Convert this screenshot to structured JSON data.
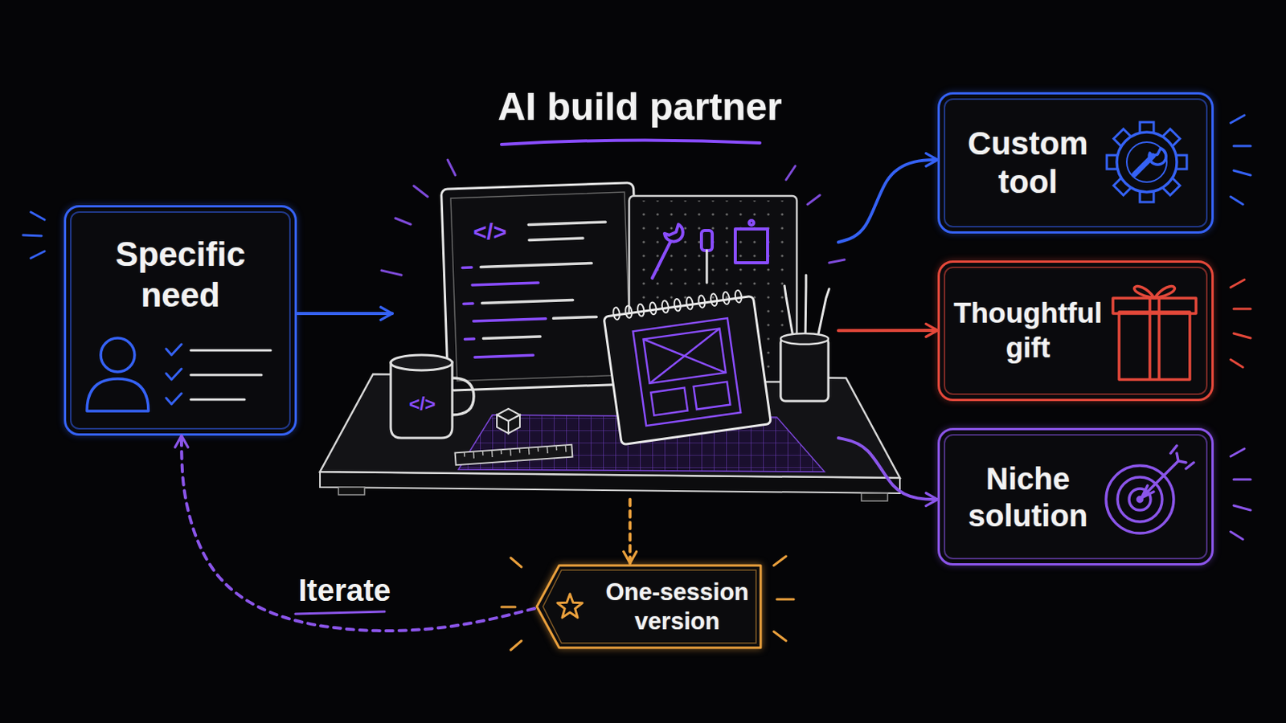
{
  "diagram": {
    "nodes": [
      {
        "text": [
          "Specific need"
        ]
      },
      {
        "text": [
          "AI build partner"
        ]
      },
      {
        "text": [
          "Custom tool"
        ]
      },
      {
        "text": [
          "Thoughtful gift"
        ]
      },
      {
        "text": [
          "Niche solution"
        ]
      },
      {
        "text": [
          "One-session version"
        ]
      }
    ],
    "edges": [
      {
        "from": 0,
        "to": 1,
        "arrow": "to"
      },
      {
        "from": 1,
        "to": 2,
        "arrow": "to"
      },
      {
        "from": 1,
        "to": 3,
        "arrow": "to"
      },
      {
        "from": 1,
        "to": 4,
        "arrow": "to"
      },
      {
        "from": 1,
        "to": 5,
        "arrow": "to"
      },
      {
        "from": 5,
        "to": 0,
        "label": "Iterate",
        "arrow": "to"
      }
    ],
    "labels": [
      "</>",
      "</>"
    ]
  }
}
